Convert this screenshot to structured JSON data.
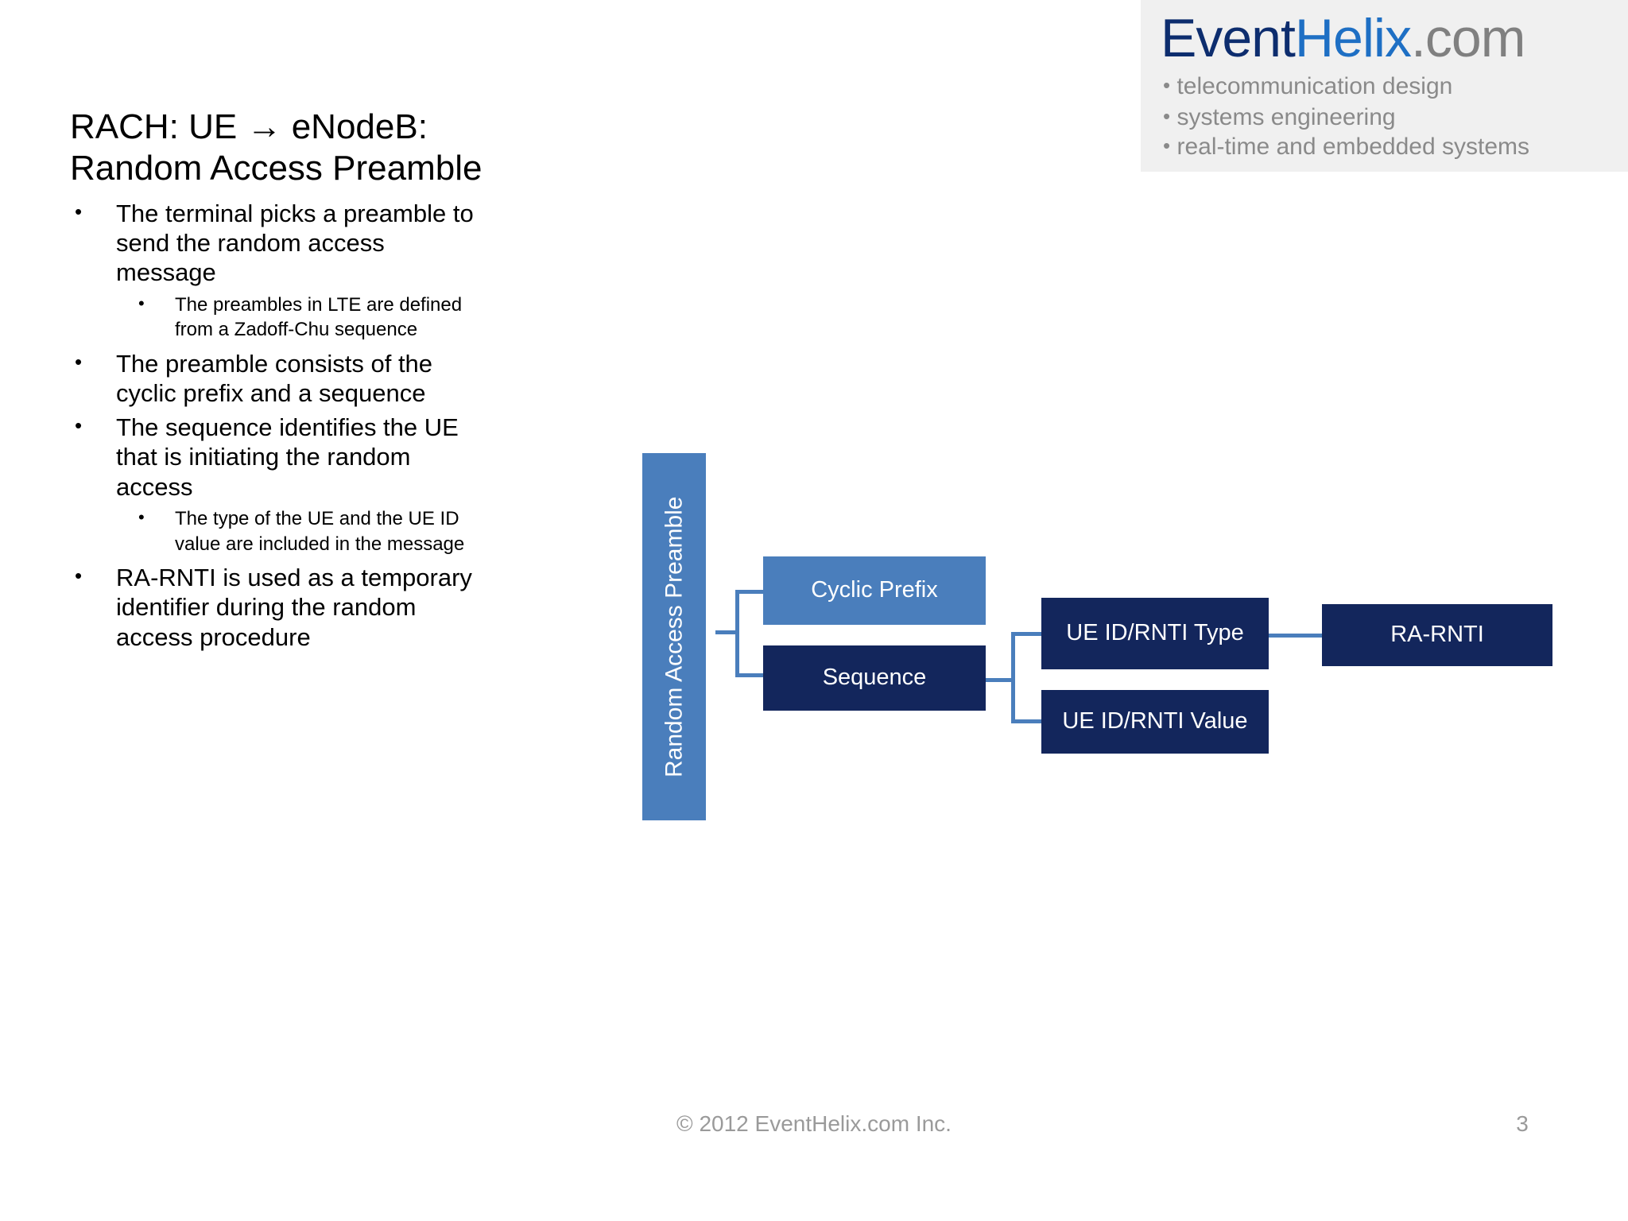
{
  "logo": {
    "word_event": "Event",
    "word_helix": "Helix",
    "word_com": ".com",
    "taglines": [
      "telecommunication design",
      "systems engineering",
      "real-time and embedded systems"
    ]
  },
  "title": {
    "line1": "RACH: UE → eNodeB:",
    "line2": "Random Access Preamble"
  },
  "bullets": [
    {
      "level": 1,
      "text": "The terminal picks a preamble to send the random access message"
    },
    {
      "level": 2,
      "text": "The preambles in LTE are defined from a Zadoff-Chu sequence"
    },
    {
      "level": 1,
      "text": "The preamble consists of the cyclic prefix and a sequence"
    },
    {
      "level": 1,
      "text": "The sequence identifies the UE that is initiating the random access"
    },
    {
      "level": 2,
      "text": "The type of the UE and the UE ID value are included in the message"
    },
    {
      "level": 1,
      "text": "RA-RNTI is used as a temporary identifier during  the random access procedure"
    }
  ],
  "diagram": {
    "root_label": "Random Access Preamble",
    "nodes": {
      "cyclic_prefix": "Cyclic Prefix",
      "sequence": "Sequence",
      "ue_id_type": "UE ID/RNTI Type",
      "ue_id_value": "UE ID/RNTI Value",
      "ra_rnti": "RA-RNTI"
    },
    "colors": {
      "medium_blue": "#4a7ebc",
      "dark_navy": "#13265c",
      "connector": "#4a7ebc"
    }
  },
  "footer": {
    "copyright": "© 2012 EventHelix.com Inc.",
    "page_number": "3"
  }
}
